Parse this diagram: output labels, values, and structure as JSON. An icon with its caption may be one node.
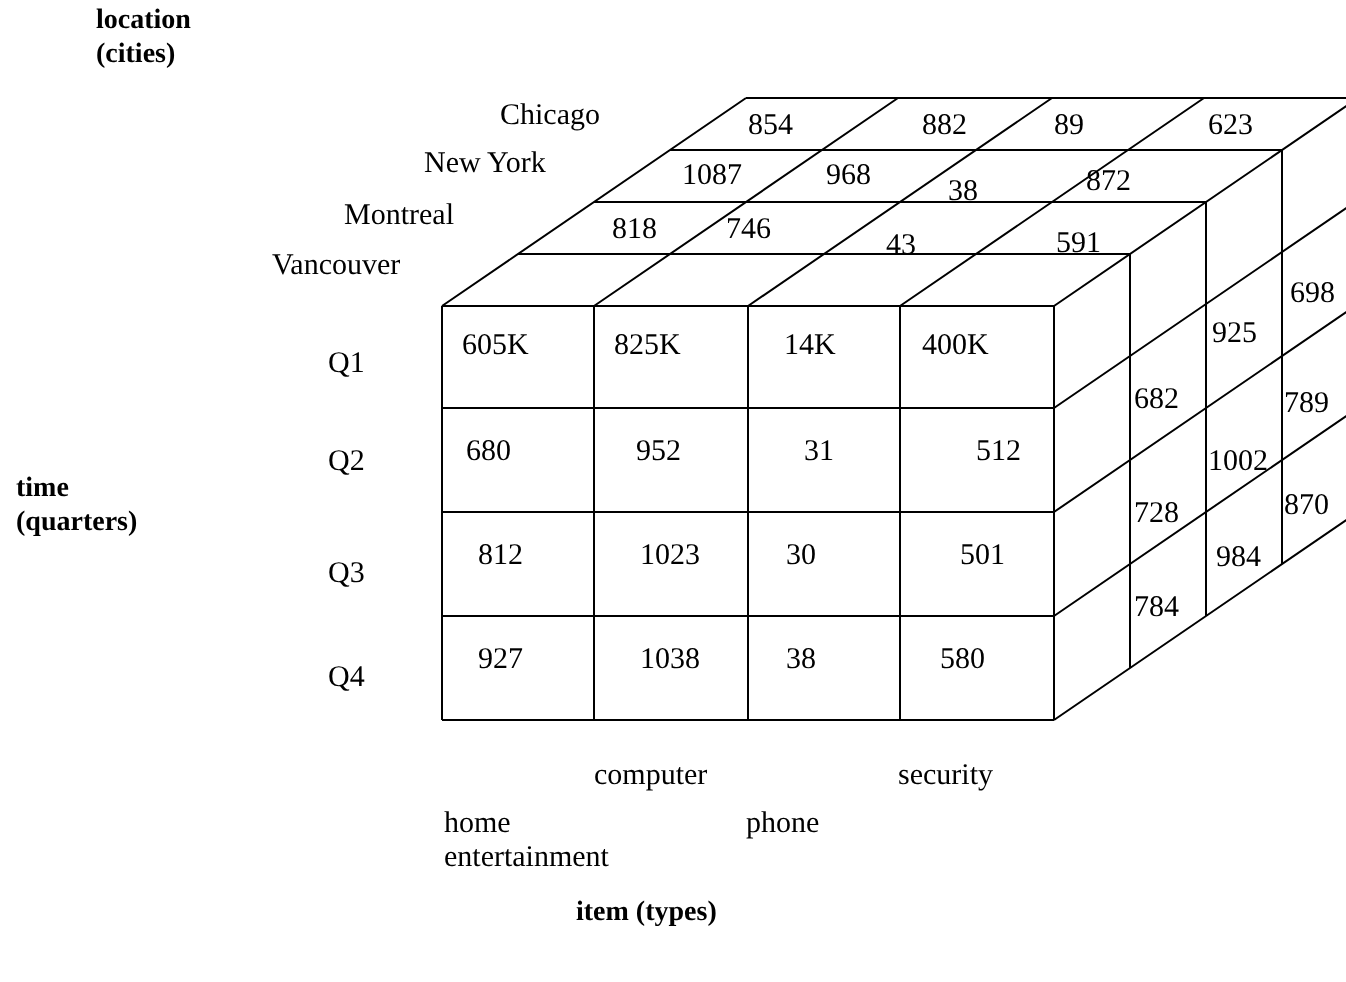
{
  "diagram": {
    "labels": [
      "location (cities)",
      "Chicago",
      "854",
      "882",
      "89",
      "623",
      "New York",
      "1087",
      "968",
      "38",
      "872",
      "Montreal",
      "818",
      "746",
      "43",
      "591",
      "Vancouver",
      "698",
      "925",
      "Q1",
      "605K",
      "825K",
      "14K",
      "400K",
      "682",
      "789",
      "1002",
      "time (quarters)",
      "Q2",
      "680",
      "952",
      "31",
      "512",
      "728",
      "870",
      "984",
      "Q3",
      "812",
      "1023",
      "30",
      "501",
      "784",
      "Q4",
      "927",
      "1038",
      "38",
      "580",
      "computer",
      "security",
      "home entertainment",
      "phone",
      "item (types)"
    ]
  }
}
